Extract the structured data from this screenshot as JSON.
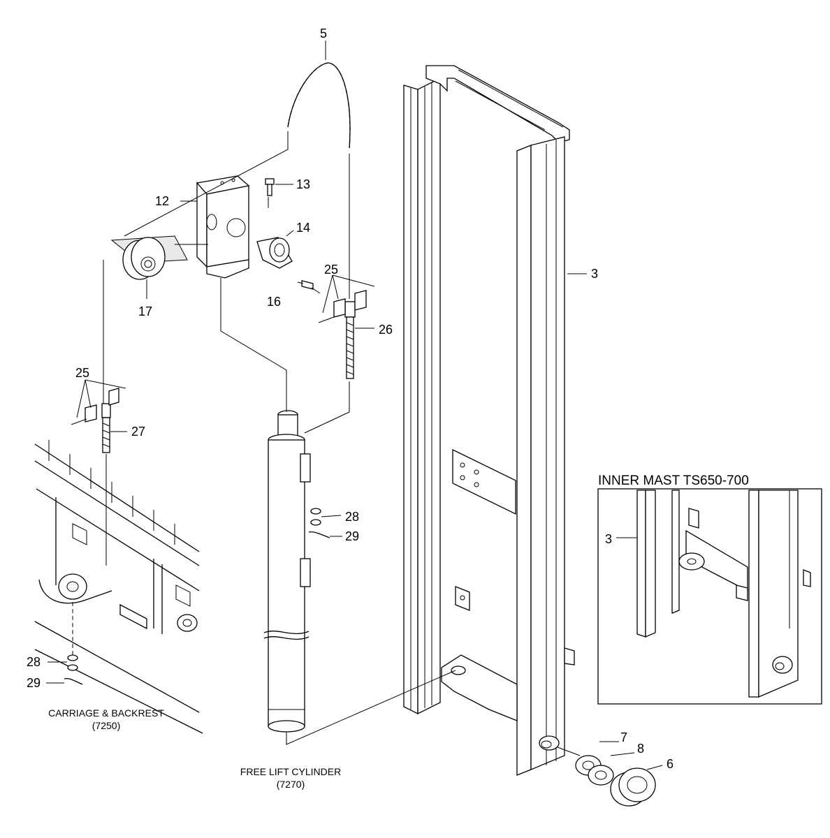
{
  "callouts": {
    "c3": "3",
    "c5": "5",
    "c6": "6",
    "c7": "7",
    "c8": "8",
    "c12": "12",
    "c13": "13",
    "c14": "14",
    "c16": "16",
    "c17": "17",
    "c25a": "25",
    "c25b": "25",
    "c26": "26",
    "c27": "27",
    "c28a": "28",
    "c28b": "28",
    "c29a": "29",
    "c29b": "29",
    "c3inset": "3"
  },
  "captions": {
    "carriage_line1": "CARRIAGE & BACKREST",
    "carriage_line2": "(7250)",
    "cylinder_line1": "FREE LIFT CYLINDER",
    "cylinder_line2": "(7270)"
  },
  "inset": {
    "title": "INNER MAST TS650-700"
  }
}
